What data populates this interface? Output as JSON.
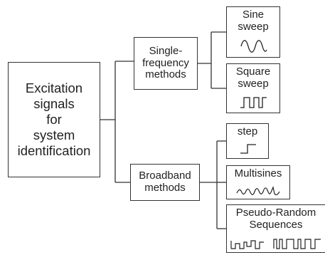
{
  "diagram": {
    "root": {
      "lines": [
        "Excitation",
        "signals",
        "for",
        "system",
        "identification"
      ]
    },
    "single_frequency": {
      "lines": [
        "Single-",
        "frequency",
        "methods"
      ],
      "children": [
        {
          "lines": [
            "Sine",
            "sweep"
          ],
          "icon": "sine-wave-icon"
        },
        {
          "lines": [
            "Square",
            "sweep"
          ],
          "icon": "square-wave-icon"
        }
      ]
    },
    "broadband": {
      "lines": [
        "Broadband",
        "methods"
      ],
      "children": [
        {
          "lines": [
            "step"
          ],
          "icon": "step-signal-icon"
        },
        {
          "lines": [
            "Multisines"
          ],
          "icon": "multisine-wave-icon"
        },
        {
          "lines": [
            "Pseudo-Random",
            "Sequences"
          ],
          "icon": "prbs-signal-icon"
        }
      ]
    }
  }
}
